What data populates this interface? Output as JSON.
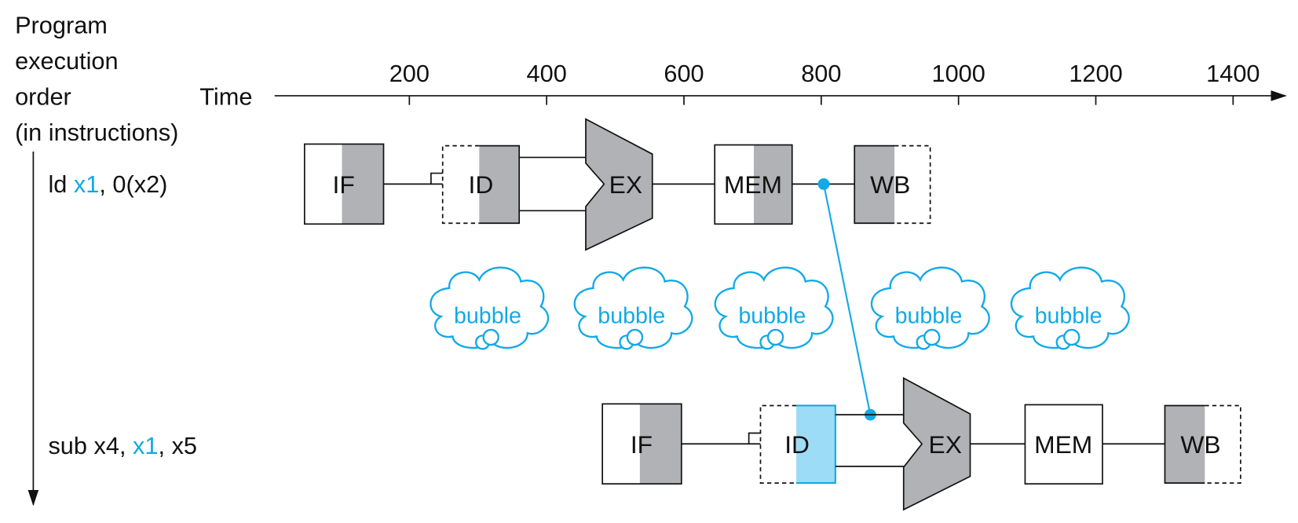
{
  "axis": {
    "left_label_lines": [
      "Program",
      "execution",
      "order",
      "(in instructions)"
    ],
    "time_label": "Time",
    "ticks": [
      "200",
      "400",
      "600",
      "800",
      "1000",
      "1200",
      "1400"
    ]
  },
  "instructions": [
    {
      "parts": [
        "ld ",
        "x1",
        ", 0(x2)"
      ],
      "highlight": "x1",
      "stages": [
        "IF",
        "ID",
        "EX",
        "MEM",
        "WB"
      ]
    },
    {
      "parts": [
        "sub x4, ",
        "x1",
        ", x5"
      ],
      "highlight": "x1",
      "stages": [
        "IF",
        "ID",
        "EX",
        "MEM",
        "WB"
      ]
    }
  ],
  "bubbles": [
    "bubble",
    "bubble",
    "bubble",
    "bubble",
    "bubble"
  ],
  "colors": {
    "accent": "#12a9e6",
    "stage_shade": "#b1b2b5",
    "highlight_fill": "#9ddcf6"
  }
}
